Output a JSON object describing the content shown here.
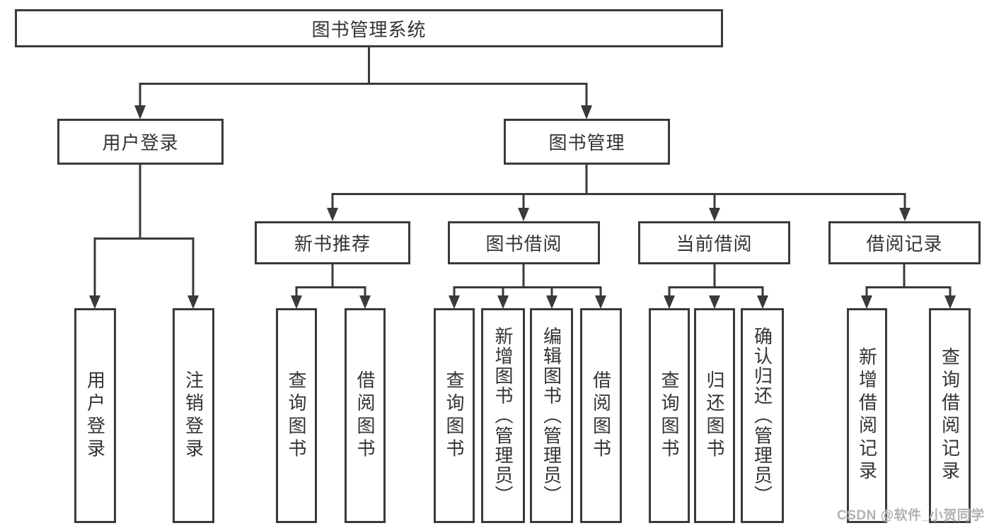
{
  "tree": {
    "root": "图书管理系统",
    "branches": [
      {
        "label": "用户登录",
        "children": [
          "用户登录",
          "注销登录"
        ]
      },
      {
        "label": "图书管理",
        "groups": [
          {
            "label": "新书推荐",
            "children": [
              "查询图书",
              "借阅图书"
            ]
          },
          {
            "label": "图书借阅",
            "children": [
              "查询图书",
              "新增图书（管理员）",
              "编辑图书（管理员）",
              "借阅图书"
            ]
          },
          {
            "label": "当前借阅",
            "children": [
              "查询图书",
              "归还图书",
              "确认归还（管理员）"
            ]
          },
          {
            "label": "借阅记录",
            "children": [
              "新增借阅记录",
              "查询借阅记录"
            ]
          }
        ]
      }
    ]
  },
  "watermark": "CSDN @软件_小贺同学",
  "colors": {
    "line": "#3a3a3a",
    "text": "#333333",
    "background": "#ffffff",
    "watermark": "#b2b2b2"
  }
}
